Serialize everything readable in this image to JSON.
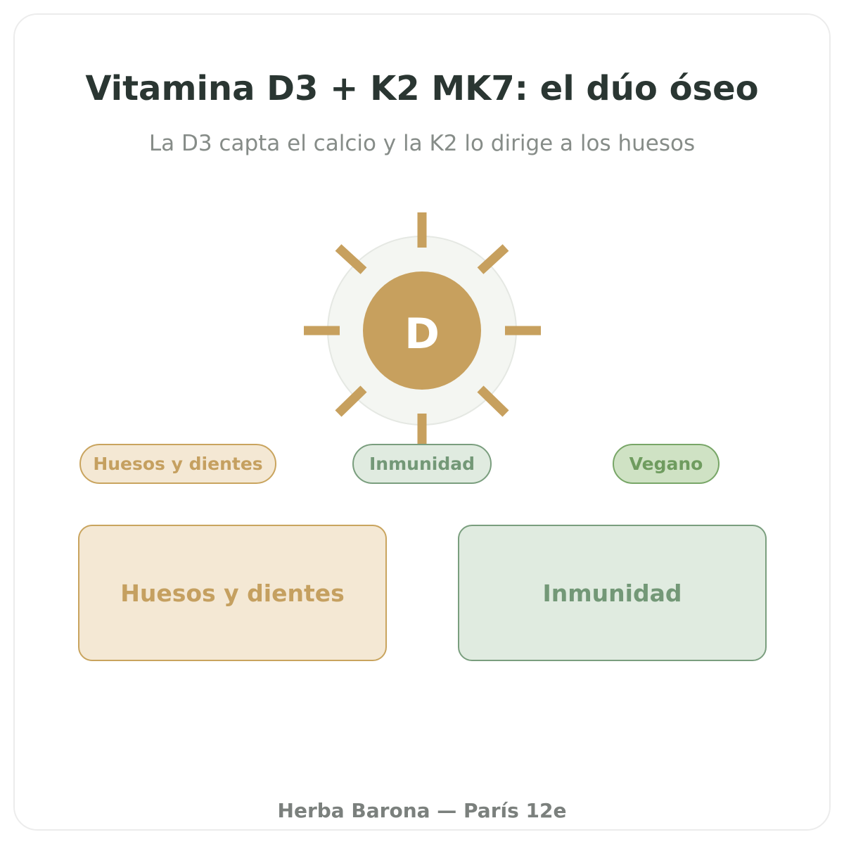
{
  "header": {
    "title": "Vitamina D3 + K2 MK7: el dúo óseo",
    "subtitle": "La D3 capta el calcio y la K2 lo dirige a los huesos"
  },
  "icon": {
    "name": "sun-icon",
    "letter": "D",
    "color": "#c7a05e"
  },
  "tags": [
    {
      "label": "Huesos y dientes",
      "color": "#c5a060"
    },
    {
      "label": "Inmunidad",
      "color": "#739877"
    },
    {
      "label": "Vegano",
      "color": "#6f9c5f"
    }
  ],
  "benefits": [
    {
      "label": "Huesos y dientes"
    },
    {
      "label": "Inmunidad"
    }
  ],
  "footer": {
    "text": "Herba Barona — París 12e"
  }
}
